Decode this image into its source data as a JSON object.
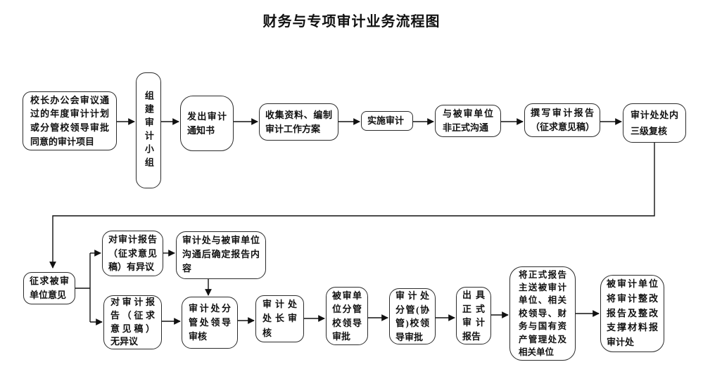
{
  "title": "财务与专项审计业务流程图",
  "colors": {
    "box_border": "#2b2b2b",
    "text": "#111111",
    "arrow": "#111111",
    "background": "#ffffff"
  },
  "flow": {
    "nodes": {
      "annual_plan": {
        "label": "校长办公会审议通过的年度审计计划或分管校领导审批同意的审计项目"
      },
      "form_team": {
        "label": "组建审计小组"
      },
      "notice": {
        "label": "发出审计通知书"
      },
      "collect": {
        "label": "收集资料、编制审计工作方案"
      },
      "implement": {
        "label": "实施审计"
      },
      "informal": {
        "label": "与被审单位非正式沟通"
      },
      "draft_report": {
        "label": "撰写审计报告（征求意见稿）"
      },
      "three_review": {
        "label": "审计处处内三级复核"
      },
      "solicit": {
        "label": "征求被审单位意见"
      },
      "objection": {
        "label": "对审计报告（征求意见稿）有异议"
      },
      "communicate": {
        "label": "审计处与被审单位沟通后确定报告内容"
      },
      "no_objection": {
        "label": "对审计报告（征求意见稿）无异议"
      },
      "dept_leader": {
        "label": "审计处分管处领导审核"
      },
      "director": {
        "label": "审计处处长审核"
      },
      "unit_leader": {
        "label": "被审单位分管校领导审批"
      },
      "school_leader": {
        "label": "审计处分管(协管)校领导审批"
      },
      "issue_report": {
        "label": "出具正式审计报告"
      },
      "send_report": {
        "label": "将正式报告主送被审计单位、相关校领导、财务与国有资产管理处及相关单位"
      },
      "rectification": {
        "label": "被审计单位将审计整改报告及整改支撑材料报审计处"
      }
    }
  }
}
